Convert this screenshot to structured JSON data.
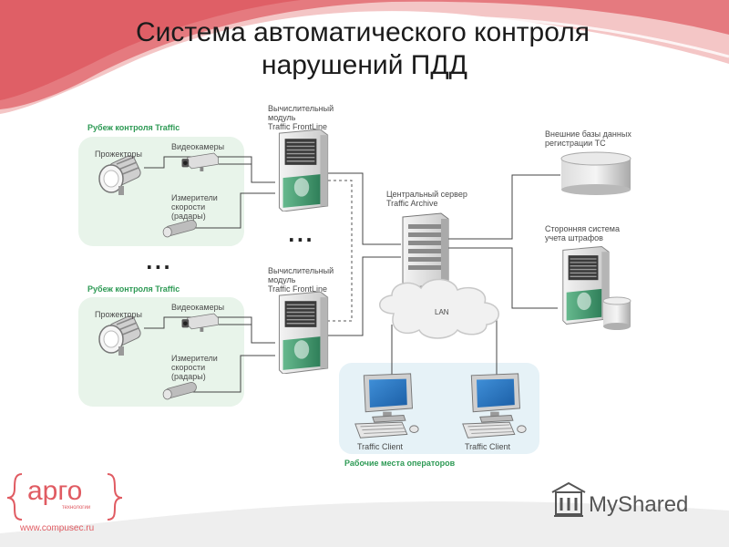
{
  "slide": {
    "title_line1": "Система автоматического контроля",
    "title_line2": "нарушений ПДД"
  },
  "diagram": {
    "zone1": {
      "title": "Рубеж контроля Traffic",
      "projectors": "Прожекторы",
      "cameras": "Видеокамеры",
      "meters_l1": "Измерители",
      "meters_l2": "скорости",
      "meters_l3": "(радары)"
    },
    "zone2": {
      "title": "Рубеж контроля Traffic",
      "projectors": "Прожекторы",
      "cameras": "Видеокамеры",
      "meters_l1": "Измерители",
      "meters_l2": "скорости",
      "meters_l3": "(радары)"
    },
    "module1": {
      "l1": "Вычислительный",
      "l2": "модуль",
      "l3": "Traffic FrontLine"
    },
    "module2": {
      "l1": "Вычислительный",
      "l2": "модуль",
      "l3": "Traffic FrontLine"
    },
    "central_server": {
      "l1": "Центральный сервер",
      "l2": "Traffic Archive"
    },
    "external_db": {
      "l1": "Внешние базы данных",
      "l2": "регистрации ТС"
    },
    "fines_system": {
      "l1": "Сторонняя система",
      "l2": "учета штрафов"
    },
    "lan": "LAN",
    "client1": "Traffic Client",
    "client2": "Traffic Client",
    "operators": "Рабочие места операторов",
    "ellipsis": "..."
  },
  "branding": {
    "argo_logo": "арго",
    "argo_sub": "технологии",
    "argo_url": "www.compusec.ru",
    "myshared": "MyShared"
  },
  "colors": {
    "accent_red": "#e05b62",
    "zone_fill": "#e8f4ea",
    "zone_title": "#2e9a55",
    "server_green": "#3a9a6c",
    "workplace_fill": "#e6f2f7"
  }
}
